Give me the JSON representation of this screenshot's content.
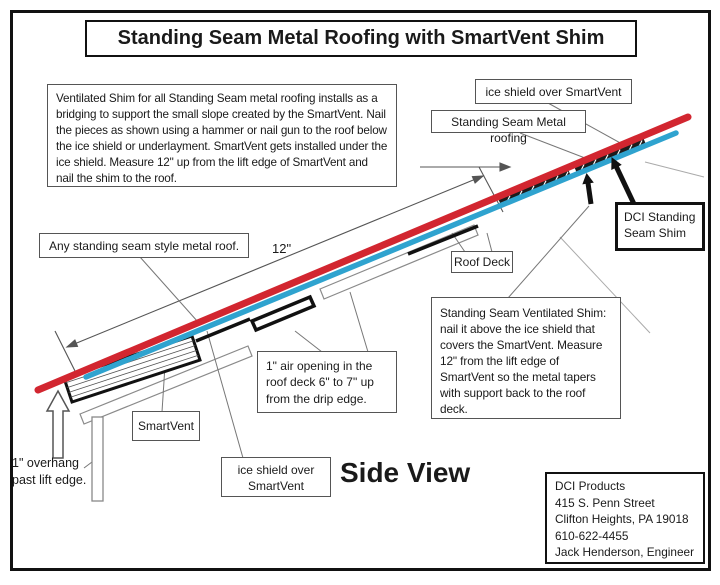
{
  "title": "Standing Seam Metal Roofing with SmartVent Shim",
  "intro_note": "Ventilated Shim for all Standing Seam metal roofing installs as a bridging to support the small slope created by the SmartVent. Nail the pieces as shown using a hammer or nail gun to the roof below the ice shield or underlayment. SmartVent gets installed under the ice shield. Measure 12\" up from the lift edge of SmartVent and nail the shim to the roof.",
  "labels": {
    "ice_shield_top": "ice shield over SmartVent",
    "metal_roofing": "Standing Seam Metal roofing",
    "dci_shim": "DCI Standing Seam Shim",
    "any_seam": "Any standing seam style metal roof.",
    "dim_12": "12\"",
    "roof_deck": "Roof Deck",
    "vent_shim_note": "Standing Seam Ventilated Shim: nail it above the ice shield that covers the SmartVent. Measure 12\" from the lift edge of SmartVent so the metal tapers with support back to the roof deck.",
    "air_opening": "1\" air opening in the roof deck 6\" to 7\" up from the drip edge.",
    "smartvent": "SmartVent",
    "ice_shield_bottom": "ice shield over SmartVent",
    "overhang": "1\" overhang past lift edge.",
    "side_view": "Side View"
  },
  "company": [
    "DCI Products",
    "415 S. Penn Street",
    "Clifton Heights, PA 19018",
    "610-622-4455",
    "Jack Henderson, Engineer"
  ],
  "colors": {
    "roofing": "#d22630",
    "ice_shield": "#2fa3cf"
  }
}
